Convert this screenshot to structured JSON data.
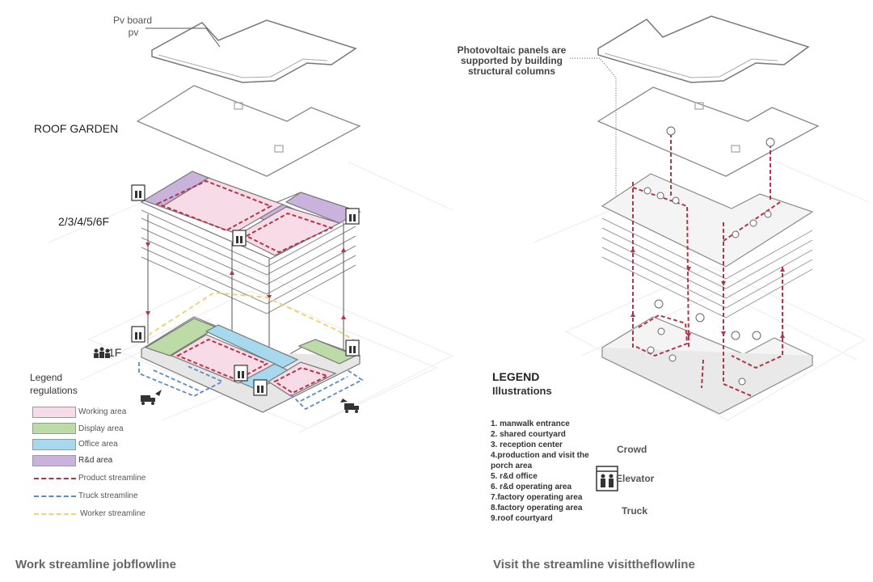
{
  "left_panel": {
    "pv_label_line1": "Pv board",
    "pv_label_line2": "pv",
    "roof_garden_label": "ROOF GARDEN",
    "floors_label": "2/3/4/5/6F",
    "ground_label": "1F",
    "legend_title_line1": "Legend",
    "legend_title_line2": "regulations",
    "legend_items": [
      {
        "label": "Working area",
        "color": "#f7dbe6"
      },
      {
        "label": "Display area",
        "color": "#bcdba6"
      },
      {
        "label": "Office area",
        "color": "#a6d8ee"
      },
      {
        "label": "R&d area",
        "color": "#c9b3dc"
      }
    ],
    "streamlines": [
      {
        "label": "Product streamline",
        "color": "#b4354a"
      },
      {
        "label": "Truck streamline",
        "color": "#5b8bc7"
      },
      {
        "label": "Worker streamline",
        "color": "#f2d27a"
      }
    ],
    "caption": "Work streamline jobflowline"
  },
  "right_panel": {
    "pv_note_line1": "Photovoltaic panels are",
    "pv_note_line2": "supported by building",
    "pv_note_line3": "structural columns",
    "legend_title": "LEGEND",
    "legend_subtitle": "Illustrations",
    "illustrations": [
      "1. manwalk entrance",
      "2. shared courtyard",
      "3. reception center",
      "4.production and visit the",
      "porch area",
      "5. r&d office",
      "6. r&d operating area",
      "7.factory operating area",
      "8.factory operating area",
      "9.roof courtyard"
    ],
    "symbol_crowd": "Crowd",
    "symbol_elevator": "Elevator",
    "symbol_truck": "Truck",
    "caption": "Visit the streamline visittheflowline"
  },
  "colors": {
    "product_line": "#b4354a",
    "truck_line": "#5b8bc7",
    "worker_line": "#f2d27a",
    "outline": "#8a8a8a"
  }
}
